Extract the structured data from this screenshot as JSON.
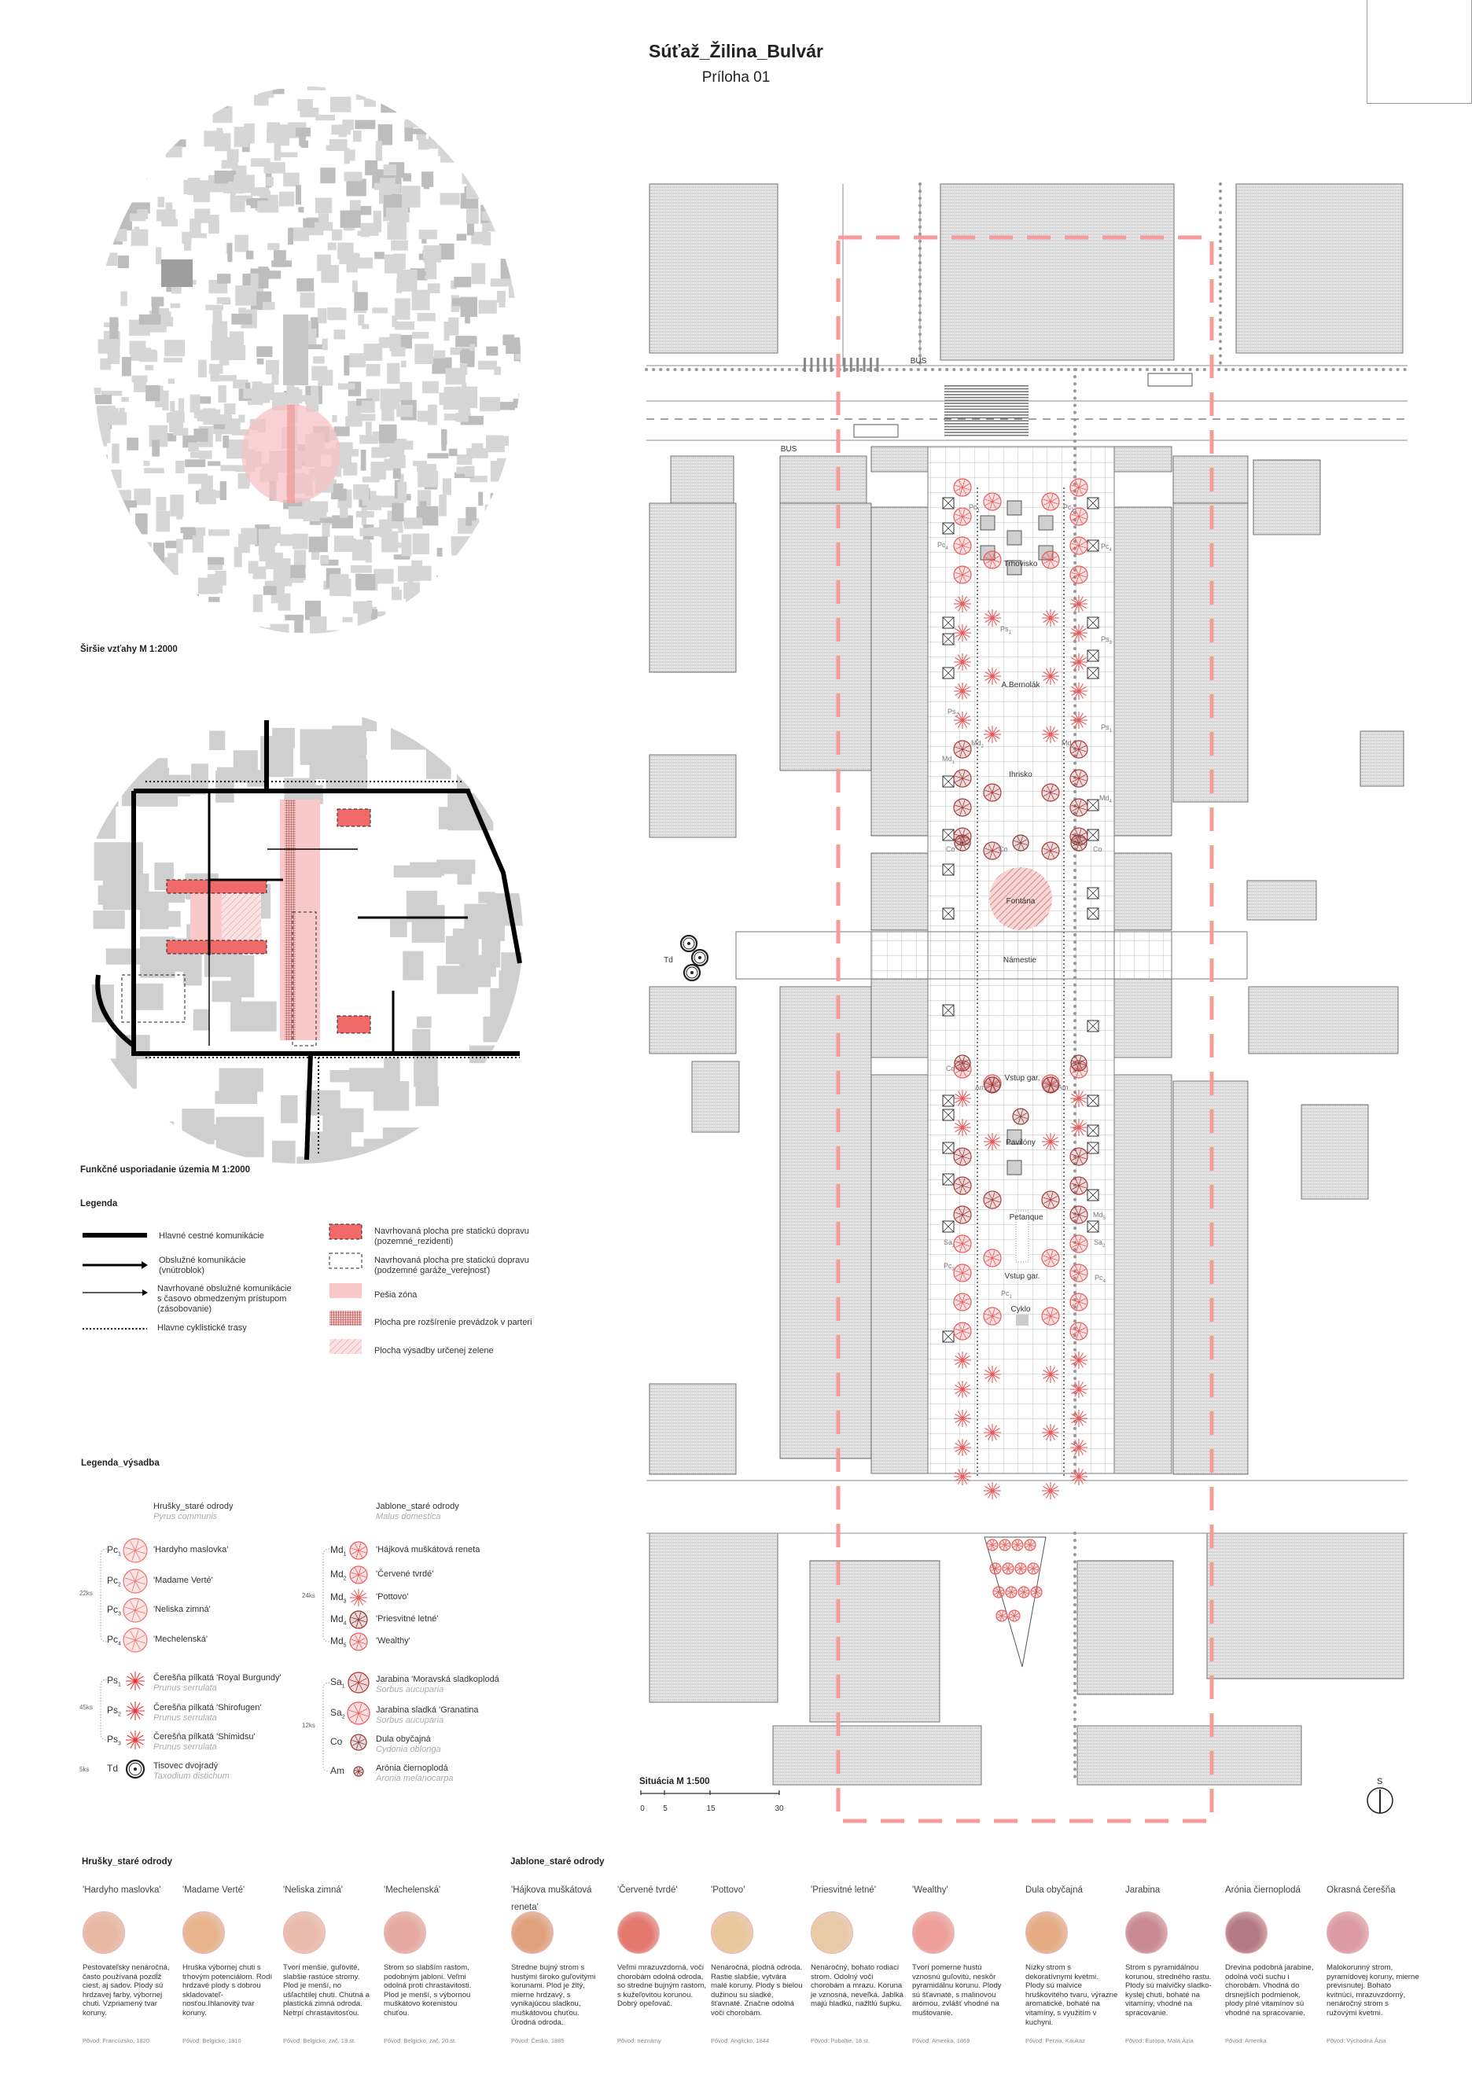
{
  "header": {
    "title": "Súťaž_Žilina_Bulvár",
    "subtitle": "Príloha 01"
  },
  "maps": {
    "wider_caption": "Širšie vzťahy M 1:2000",
    "functional_caption": "Funkčné usporiadanie územia M 1:2000"
  },
  "legend": {
    "title": "Legenda",
    "lines": [
      {
        "label": "Hlavné cestné komunikácie"
      },
      {
        "label": "Obslužné komunikácie\n(vnútroblok)"
      },
      {
        "label": "Navrhované obslužné komunikácie\ns časovo obmedzeným prístupom\n(zásobovanie)"
      },
      {
        "label": "Hlavne cyklistické trasy"
      }
    ],
    "areas": [
      {
        "label": "Navrhovaná plocha pre statickú dopravu\n(pozemné_rezidenti)"
      },
      {
        "label": "Navrhovaná plocha pre statickú dopravu\n(podzemné garáže_verejnosť)"
      },
      {
        "label": "Pešia zóna"
      },
      {
        "label": "Plocha pre rozšírenie prevádzok v parteri"
      },
      {
        "label": "Plocha výsadby určenej zelene"
      }
    ],
    "colors": {
      "parking": "#f06a6a",
      "pedestrian": "#f9c9c9",
      "hatch": "#e89a9a"
    }
  },
  "planting_legend": {
    "title": "Legenda_výsadba",
    "pears": {
      "name": "Hrušky_staré odrody",
      "latin": "Pyrus communis",
      "count": "22ks",
      "items": [
        {
          "code": "Pc",
          "idx": "1",
          "name": "'Hardyho maslovka'"
        },
        {
          "code": "Pc",
          "idx": "2",
          "name": "'Madame Verté'"
        },
        {
          "code": "Pc",
          "idx": "3",
          "name": "'Neliska zimná'"
        },
        {
          "code": "Pc",
          "idx": "4",
          "name": "'Mechelenská'"
        }
      ]
    },
    "apples": {
      "name": "Jablone_staré odrody",
      "latin": "Malus domestica",
      "count": "24ks",
      "items": [
        {
          "code": "Md",
          "idx": "1",
          "name": "'Hájková muškátová reneta"
        },
        {
          "code": "Md",
          "idx": "2",
          "name": "'Červené tvrdé'"
        },
        {
          "code": "Md",
          "idx": "3",
          "name": "'Pottovo'"
        },
        {
          "code": "Md",
          "idx": "4",
          "name": "'Priesvitné letné'"
        },
        {
          "code": "Md",
          "idx": "5",
          "name": "'Wealthy'"
        }
      ]
    },
    "cherries": {
      "count": "45ks",
      "items": [
        {
          "code": "Ps",
          "idx": "1",
          "name": "Čerešňa pílkatá 'Royal Burgundy'",
          "latin": "Prunus serrulata"
        },
        {
          "code": "Ps",
          "idx": "2",
          "name": "Čerešňa pílkatá 'Shirofugen'",
          "latin": "Prunus serrulata"
        },
        {
          "code": "Ps",
          "idx": "3",
          "name": "Čerešňa pílkatá 'Shimidsu'",
          "latin": "Prunus serrulata"
        }
      ]
    },
    "taxodium": {
      "count": "5ks",
      "code": "Td",
      "name": "Tisovec dvojradý",
      "latin": "Taxodium  distichum"
    },
    "others": {
      "count": "12ks",
      "items": [
        {
          "code": "Sa",
          "idx": "1",
          "name": "Jarabina 'Moravská sladkoplodá",
          "latin": "Sorbus aucuparia"
        },
        {
          "code": "Sa",
          "idx": "2",
          "name": "Jarabina sladká 'Granatina",
          "latin": "Sorbus aucuparia"
        },
        {
          "code": "Co",
          "idx": "",
          "name": "Dula obyčajná",
          "latin": "Cydonia oblonga"
        },
        {
          "code": "Am",
          "idx": "",
          "name": "Arónia čiernoplodá",
          "latin": "Aronia melanocarpa"
        }
      ]
    }
  },
  "site_plan": {
    "caption": "Situácia M 1:500",
    "scale_ticks": [
      "0",
      "5",
      "15",
      "30"
    ],
    "north_label": "S",
    "labels": {
      "trhovisko": "Trhovisko",
      "bernolak": "A.Bernolák",
      "ihrisko": "Ihrisko",
      "fontana": "Fontána",
      "namestie": "Námestie",
      "vstup_gar_1": "Vstup gar.",
      "pavilony": "Pavilóny",
      "petanque": "Petanque",
      "vstup_gar_2": "Vstup gar.",
      "cyklo": "Cyklo",
      "bus_1": "BUS",
      "bus_2": "BUS",
      "td": "Td"
    },
    "tree_codes": [
      {
        "code": "Pc",
        "idx": "1"
      },
      {
        "code": "Pc",
        "idx": "2"
      },
      {
        "code": "Pc",
        "idx": "4"
      },
      {
        "code": "Pc",
        "idx": "4"
      },
      {
        "code": "Ps",
        "idx": "1"
      },
      {
        "code": "Ps",
        "idx": "3"
      },
      {
        "code": "Ps",
        "idx": "2"
      },
      {
        "code": "Ps",
        "idx": "1"
      },
      {
        "code": "Md",
        "idx": "2"
      },
      {
        "code": "Md",
        "idx": "2"
      },
      {
        "code": "Md",
        "idx": "1"
      },
      {
        "code": "Md",
        "idx": "4"
      },
      {
        "code": "Co",
        "idx": ""
      },
      {
        "code": "Co",
        "idx": ""
      },
      {
        "code": "Co",
        "idx": ""
      },
      {
        "code": "Co",
        "idx": ""
      },
      {
        "code": "Am",
        "idx": ""
      },
      {
        "code": "Am",
        "idx": ""
      },
      {
        "code": "Sa",
        "idx": "2"
      },
      {
        "code": "Sa",
        "idx": "2"
      },
      {
        "code": "Pc",
        "idx": "3"
      },
      {
        "code": "Pc",
        "idx": "4"
      },
      {
        "code": "Pc",
        "idx": "1"
      },
      {
        "code": "Md",
        "idx": "5"
      }
    ],
    "colors": {
      "boundary": "#f99a9a",
      "tree": "#e85a5a",
      "tree_dark": "#a83a3a"
    }
  },
  "varieties": {
    "pears_title": "Hrušky_staré odrody",
    "apples_title": "Jablone_staré odrody",
    "cards": [
      {
        "name": "'Hardyho maslovka'",
        "desc": "Pestovateľsky nenáročná, často používaná pozdĺž ciest, aj sadov. Plody sú hrdzavej farby, výbornej chuti. Vzpriamený tvar koruny.",
        "origin": "Pôvod: Francúzsko, 1820",
        "color": "#e9b8a4"
      },
      {
        "name": "'Madame Verté'",
        "desc": "Hruška výbornej chuti s trhovým potenciálom. Rodí hrdzavé plody s dobrou skladovateľ-nosťou.Ihlanovitý tvar koruny.",
        "origin": "Pôvod: Belgicko, 1810",
        "color": "#e8b48e"
      },
      {
        "name": "'Neliska zimná'",
        "desc": "Tvorí menšie, guľovité, slabšie rastúce stromy. Plod je menší, no ušľachtilej chuti. Chutná a plastická zimná odroda. Netrpí chrastavitosťou.",
        "origin": "Pôvod: Belgicko, zač. 19.st.",
        "color": "#ebbcae"
      },
      {
        "name": "'Mechelenská'",
        "desc": "Strom so slabším rastom, podobným jabloni. Veľmi odolná proti chrastavitosti. Plod je menší, s výbornou muškátovo korenistou chuťou.",
        "origin": "Pôvod: Belgicko, zač. 20.st.",
        "color": "#e6aaa2"
      },
      {
        "name": "'Hájkova muškátová\n                reneta'",
        "desc": "Stredne bujný strom s hustými široko guľovitými korunami. Plod je žltý, mierne hrdzavý, s vynikajúcou sladkou, muškátovou chuťou. Úrodná odroda.",
        "origin": "Pôvod: Česko, 1885",
        "color": "#e0a27e"
      },
      {
        "name": "'Červené tvrdé'",
        "desc": "Veľmi mrazuvzdorná, voči chorobám odolná odroda, so stredne bujným rastom, s kužeľovitou korunou. Dobrý opeľovač.",
        "origin": "Pôvod: neznámy",
        "color": "#e4776e"
      },
      {
        "name": "'Pottovo'",
        "desc": "Nenáročná, plodná odroda. Rastie slabšie, vytvára malé koruny. Plody s bielou dužinou su sladké, šťavnaté. Značne odolná voči chorobám.",
        "origin": "Pôvod: Anglicko, 1844",
        "color": "#e9c79c"
      },
      {
        "name": "'Priesvitné letné'",
        "desc": "Nenáročný, bohato rodiaci strom. Odolný voči chorobám a mrazu. Koruna je vznosná, neveľká. Jablká majú hladkú, nažltlú šupku.",
        "origin": "Pôvod: Pobaltie, 18.st.",
        "color": "#e9caa6"
      },
      {
        "name": "'Wealthy'",
        "desc": "Tvorí pomerne hustú vznosnú guľovitú, neskôr pyramidálnu korunu. Plody sú šťavnaté, s malinovou arómou, zvlášť vhodné na muštovanie.",
        "origin": "Pôvod: Amerika, 1869",
        "color": "#ee9f9a"
      },
      {
        "name": "Dula obyčajná",
        "desc": "Nízky strom s dekoratívnymi kvetmi. Plody sú malvice hruškovitého tvaru, výrazne aromatické, bohaté na vitamíny, s využitím v kuchyni.",
        "origin": "Pôvod: Perzia, Kaukaz",
        "color": "#e6ad84"
      },
      {
        "name": "Jarabina",
        "desc": "Strom s pyramidálnou korunou, stredného rastu. Plody sú malvičky sladko-kyslej chuti, bohaté na vitamíny, vhodné na spracovanie.",
        "origin": "Pôvod: Európa, Malá Ázia",
        "color": "#c98a93"
      },
      {
        "name": "Arónia čiernoplodá",
        "desc": "Drevina podobná jarabine, odolná voči suchu i chorobám. Vhodná do drsnejších podmienok, plody plné vitamínov sú vhodné na spracovanie.",
        "origin": "Pôvod: Amerika",
        "color": "#b47a86"
      },
      {
        "name": "Okrasná čerešňa",
        "desc": "Malokorunný strom, pyramídovej koruny, mierne previsnutej. Bohato kvitnúci, mrazuvzdorný, nenáročný strom s ružovými kvetmi.",
        "origin": "Pôvod: Východná Ázia",
        "color": "#dc9aa2"
      }
    ]
  }
}
